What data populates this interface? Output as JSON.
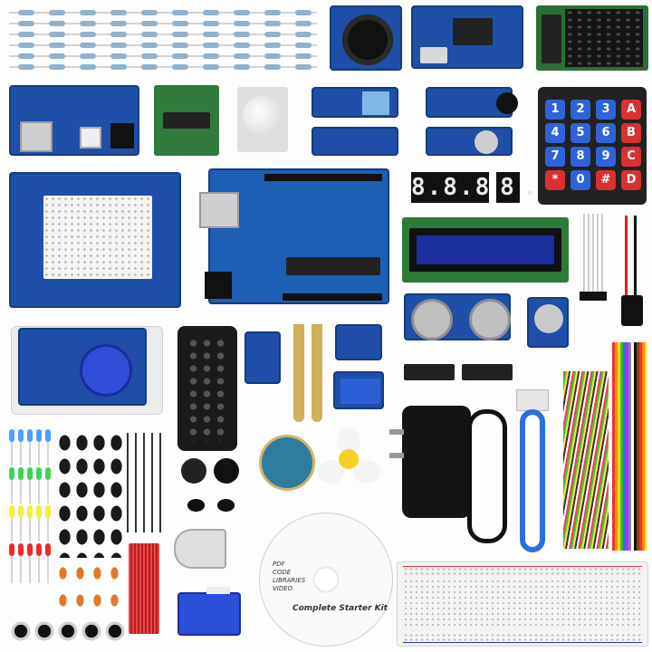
{
  "keypad": {
    "keys": [
      "1",
      "2",
      "3",
      "A",
      "4",
      "5",
      "6",
      "B",
      "7",
      "8",
      "9",
      "C",
      "*",
      "0",
      "#",
      "D"
    ],
    "key_colors": [
      "#2f63d9",
      "#2f63d9",
      "#2f63d9",
      "#d93030",
      "#2f63d9",
      "#2f63d9",
      "#2f63d9",
      "#d93030",
      "#2f63d9",
      "#2f63d9",
      "#2f63d9",
      "#d93030",
      "#d93030",
      "#2f63d9",
      "#d93030",
      "#d93030"
    ]
  },
  "seven_segment": {
    "display_text": "8.8.8.8.",
    "single_digit": "8"
  },
  "cd": {
    "lines": [
      "PDF",
      "CODE",
      "LIBRARIES",
      "VIDEO"
    ],
    "title": "Complete Starter Kit"
  },
  "colors": {
    "pcb_blue": "#1f4fa8",
    "background": "#ffffff",
    "lcd_blue": "#1c2d9c",
    "cable_blue": "#2a6fe0"
  }
}
